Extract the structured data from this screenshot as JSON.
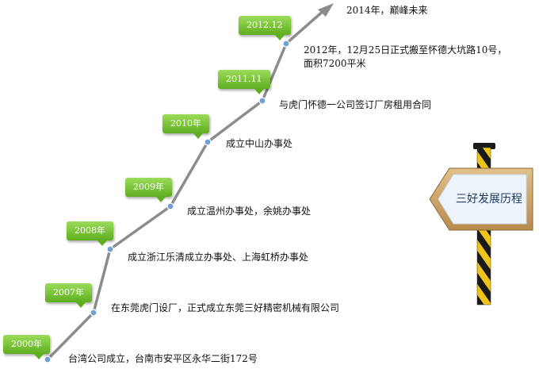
{
  "milestones": [
    {
      "year": "2000年",
      "text": "台湾公司成立，台南市安平区永华二街172号"
    },
    {
      "year": "2007年",
      "text": "在东莞虎门设厂，正式成立东莞三好精密机械有限公司"
    },
    {
      "year": "2008年",
      "text": "成立浙江乐清成立办事处、上海虹桥办事处"
    },
    {
      "year": "2009年",
      "text": "成立温州办事处，余姚办事处"
    },
    {
      "year": "2010年",
      "text": "成立中山办事处"
    },
    {
      "year": "2011.11",
      "text": "与虎门怀德一公司签订厂房租用合同"
    },
    {
      "year": "2012.12",
      "text_line1": "2012年，12月25日正式搬至怀德大坑路10号，",
      "text_line2": "面积7200平米"
    }
  ],
  "final": {
    "text": "2014年，巅峰未来"
  },
  "sign": {
    "label": "三好发展历程"
  },
  "colors": {
    "line": "#8c8c8c",
    "node": "#6fa0d8",
    "tag": "#6cbf2a",
    "sign_wood": "#c9a46a",
    "sign_face": "#eef4fb",
    "post_yellow": "#f0c419",
    "post_black": "#1a1a1a"
  }
}
